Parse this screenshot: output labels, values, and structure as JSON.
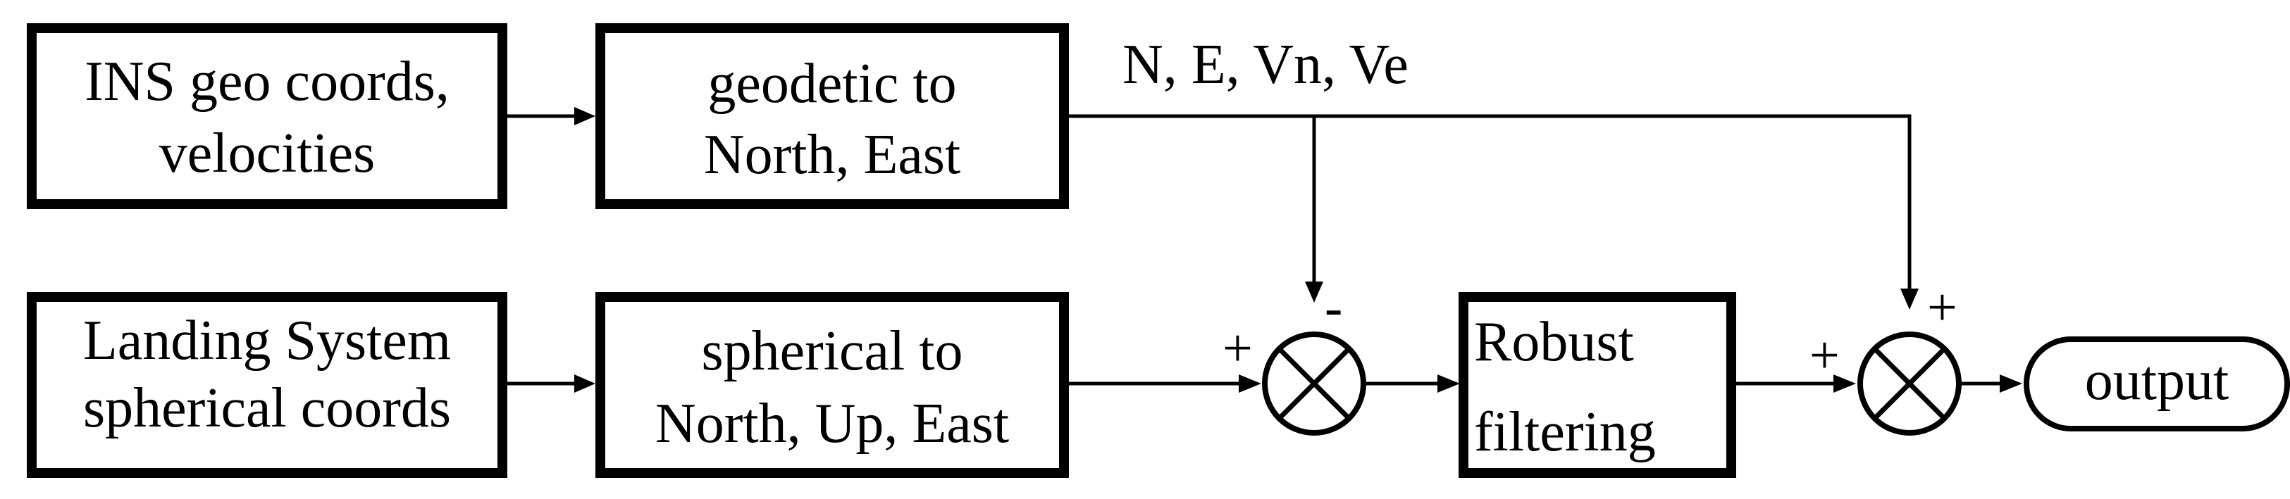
{
  "blocks": {
    "ins": {
      "lines": [
        "INS geo coords,",
        "velocities"
      ]
    },
    "geodetic": {
      "lines": [
        "geodetic to",
        "North, East"
      ]
    },
    "landing": {
      "lines": [
        "Landing System",
        "spherical coords"
      ]
    },
    "spherical": {
      "lines": [
        "spherical to",
        "North, Up, East"
      ]
    },
    "robust": {
      "lines": [
        "Robust",
        "filtering"
      ]
    },
    "output": {
      "label": "output"
    }
  },
  "signals": {
    "ne_label": "N, E, Vn, Ve"
  },
  "junctions": {
    "first": {
      "left_sign": "+",
      "top_sign": "-"
    },
    "second": {
      "left_sign": "+",
      "top_sign": "+"
    }
  }
}
